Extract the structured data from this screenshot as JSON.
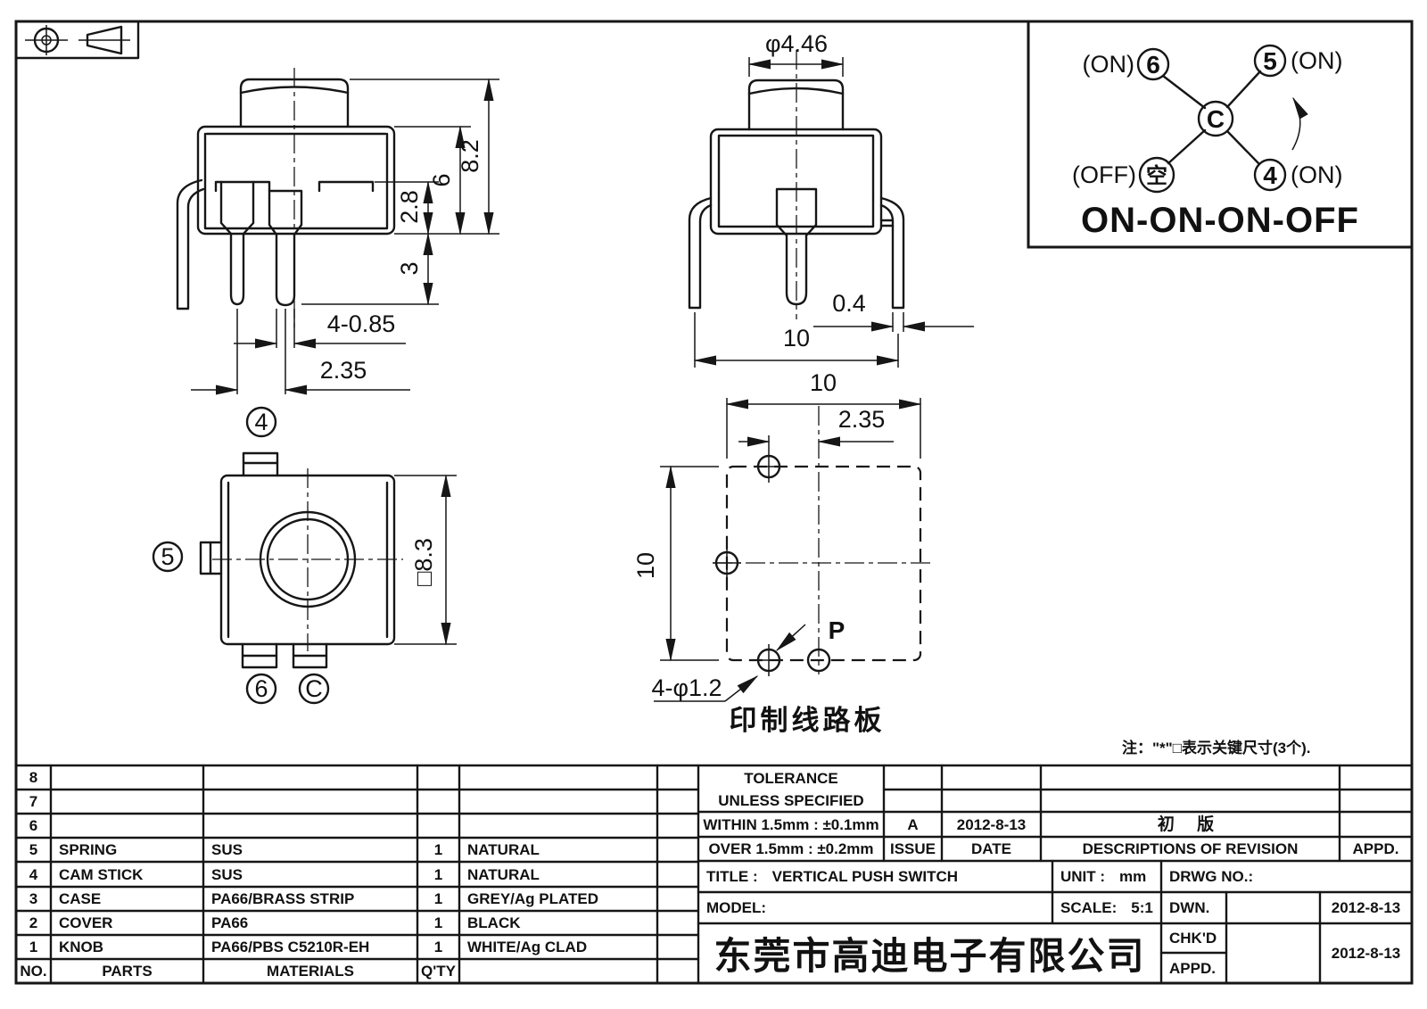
{
  "front_view": {
    "dim_total_height": "8.2",
    "dim_body_height": "6",
    "dim_upper": "2.8",
    "dim_pin_length": "3",
    "dim_pin_width": "4-0.85",
    "dim_pin_pitch": "2.35"
  },
  "side_view": {
    "dim_knob_dia": "φ4.46",
    "dim_pin_thickness": "0.4",
    "dim_pin_span": "10"
  },
  "top_view": {
    "dim_square": "□8.3",
    "terminal_top": "4",
    "terminal_left": "5",
    "terminal_bottom_left": "6",
    "terminal_bottom_right": "C"
  },
  "pcb_view": {
    "dim_width": "10",
    "dim_height": "10",
    "dim_hole_offset": "2.35",
    "dim_holes": "4-φ1.2",
    "label_p": "P",
    "caption": "印制线路板"
  },
  "circuit": {
    "terminal_6": "6",
    "terminal_5": "5",
    "terminal_4": "4",
    "terminal_c": "C",
    "terminal_empty": "空",
    "on_6": "(ON)",
    "on_5": "(ON)",
    "on_4": "(ON)",
    "off": "(OFF)",
    "function": "ON-ON-ON-OFF"
  },
  "note": "注：\"*\"□表示关键尺寸(3个).",
  "parts_table": {
    "header": {
      "no": "NO.",
      "parts": "PARTS",
      "materials": "MATERIALS",
      "qty": "Q'TY"
    },
    "rows": [
      {
        "no": "8",
        "part": "",
        "material": "",
        "qty": "",
        "color": ""
      },
      {
        "no": "7",
        "part": "",
        "material": "",
        "qty": "",
        "color": ""
      },
      {
        "no": "6",
        "part": "",
        "material": "",
        "qty": "",
        "color": ""
      },
      {
        "no": "5",
        "part": "SPRING",
        "material": "SUS",
        "qty": "1",
        "color": "NATURAL"
      },
      {
        "no": "4",
        "part": "CAM STICK",
        "material": "SUS",
        "qty": "1",
        "color": "NATURAL"
      },
      {
        "no": "3",
        "part": "CASE",
        "material": "PA66/BRASS STRIP",
        "qty": "1",
        "color": "GREY/Ag PLATED"
      },
      {
        "no": "2",
        "part": "COVER",
        "material": "PA66",
        "qty": "1",
        "color": "BLACK"
      },
      {
        "no": "1",
        "part": "KNOB",
        "material": "PA66/PBS C5210R-EH",
        "qty": "1",
        "color": "WHITE/Ag CLAD"
      }
    ]
  },
  "title_block": {
    "tolerance_line1": "TOLERANCE",
    "tolerance_line2": "UNLESS  SPECIFIED",
    "within": "WITHIN 1.5mm : ±0.1mm",
    "over": "OVER 1.5mm : ±0.2mm",
    "revision": {
      "issue_value": "A",
      "date_value": "2012-8-13",
      "description_value": "初 版",
      "issue_label": "ISSUE",
      "date_label": "DATE",
      "description_label": "DESCRIPTIONS OF REVISION",
      "appd_label": "APPD."
    },
    "title_label": "TITLE :",
    "title_value": "VERTICAL PUSH SWITCH",
    "unit_label": "UNIT :",
    "unit_value": "mm",
    "drwg_label": "DRWG NO.:",
    "model_label": "MODEL:",
    "scale_label": "SCALE:",
    "scale_value": "5:1",
    "dwn_label": "DWN.",
    "dwn_date": "2012-8-13",
    "chkd_label": "CHK'D",
    "chkd_date": "2012-8-13",
    "appd_row_label": "APPD.",
    "company": "东莞市高迪电子有限公司"
  }
}
